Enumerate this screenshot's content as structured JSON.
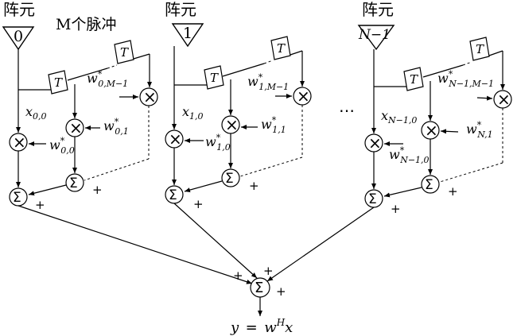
{
  "header": {
    "pulses_label": "M个脉冲"
  },
  "elements": [
    {
      "title": "阵元",
      "index": "0",
      "x_label": "x",
      "x_sub": "0,0",
      "w_top_sub": "0,M−1",
      "w_mid_sub": "0,1",
      "w_bot_sub": "0,0"
    },
    {
      "title": "阵元",
      "index": "1",
      "x_label": "x",
      "x_sub": "1,0",
      "w_top_sub": "1,M−1",
      "w_mid_sub": "1,1",
      "w_bot_sub": "1,0"
    },
    {
      "title": "阵元",
      "index": "N−1",
      "x_label": "x",
      "x_sub": "N−1,0",
      "w_top_sub": "N−1,M−1",
      "w_mid_sub": "N,1",
      "w_bot_sub": "N−1,0"
    }
  ],
  "symbols": {
    "delay": "T",
    "multiply": "⊗",
    "sum": "Σ",
    "plus": "+",
    "ellipsis": "…",
    "weight_base": "w",
    "conjugate": "*"
  },
  "output": {
    "y": "y",
    "eq": "=",
    "w": "w",
    "sup": "H",
    "x": "x"
  }
}
